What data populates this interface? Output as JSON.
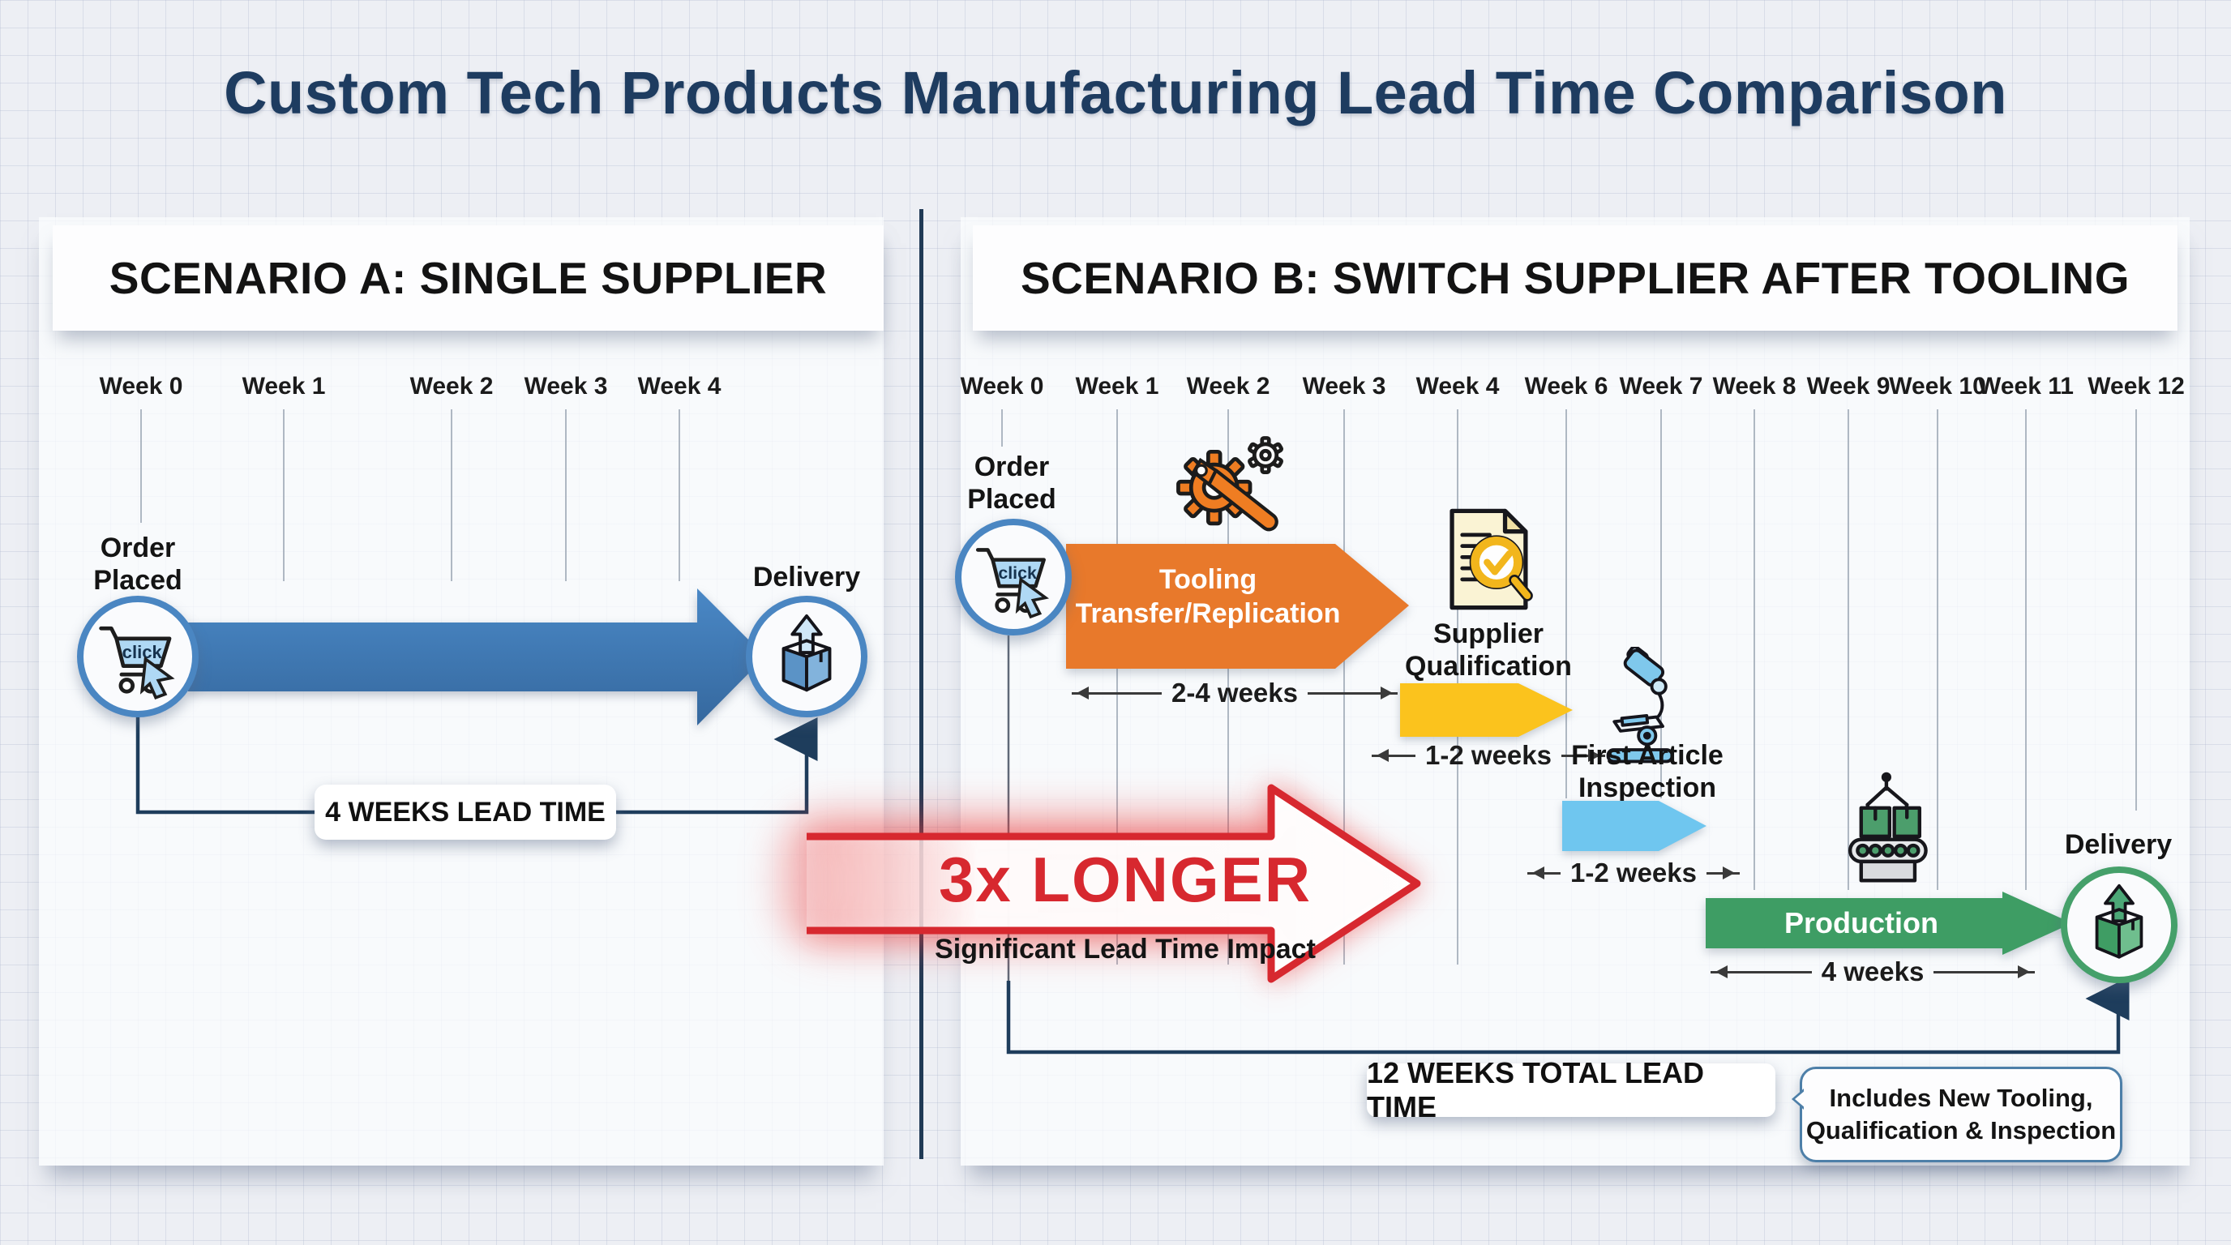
{
  "title": "Custom Tech Products Manufacturing Lead Time Comparison",
  "scenario_a": {
    "header": "SCENARIO A: SINGLE SUPPLIER",
    "weeks": [
      "Week 0",
      "Week 1",
      "Week 2",
      "Week 3",
      "Week 4"
    ],
    "order_placed_line1": "Order",
    "order_placed_line2": "Placed",
    "delivery_label": "Delivery",
    "lead_time_label": "4 WEEKS LEAD TIME"
  },
  "scenario_b": {
    "header": "SCENARIO B: SWITCH SUPPLIER AFTER TOOLING",
    "weeks": [
      "Week 0",
      "Week 1",
      "Week 2",
      "Week 3",
      "Week 4",
      "Week 6",
      "Week 7",
      "Week 8",
      "Week 9",
      "Week 10",
      "Week 11",
      "Week 12"
    ],
    "order_placed_line1": "Order",
    "order_placed_line2": "Placed",
    "tooling_line1": "Tooling",
    "tooling_line2": "Transfer/Replication",
    "tooling_duration": "2-4 weeks",
    "qualification_line1": "Supplier",
    "qualification_line2": "Qualification",
    "qualification_duration": "1-2 weeks",
    "inspection_line1": "First Article",
    "inspection_line2": "Inspection",
    "inspection_duration": "1-2 weeks",
    "production_label": "Production",
    "production_duration": "4 weeks",
    "delivery_label": "Delivery",
    "total_lead_time": "12 WEEKS TOTAL LEAD TIME",
    "callout_line1": "Includes New Tooling,",
    "callout_line2": "Qualification & Inspection"
  },
  "impact": {
    "headline": "3x LONGER",
    "subtext": "Significant Lead Time Impact"
  },
  "common": {
    "click_label": "click"
  },
  "colors": {
    "navy": "#1E3C60",
    "blue": "#3E7CBA",
    "orange": "#E8792B",
    "yellow": "#FBC31D",
    "light_blue": "#6FC6EF",
    "green": "#3E9D64",
    "red": "#D7282F"
  },
  "icons": {
    "cart": "shopping-cart-click-icon",
    "gear": "gear-wrench-icon",
    "document": "document-check-icon",
    "microscope": "microscope-icon",
    "conveyor": "conveyor-belt-icon",
    "delivery": "delivery-box-icon"
  }
}
